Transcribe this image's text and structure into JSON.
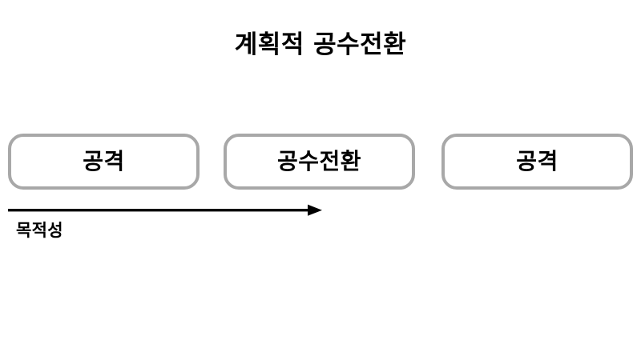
{
  "slide": {
    "title": "계획적 공수전환",
    "background_color": "#ffffff"
  },
  "phases": {
    "box_border_color": "#a8a8a8",
    "items": [
      {
        "label": "공격"
      },
      {
        "label": "공수전환"
      },
      {
        "label": "공격"
      }
    ]
  },
  "arrow": {
    "caption": "목적성",
    "color": "#000000",
    "direction": "right"
  }
}
